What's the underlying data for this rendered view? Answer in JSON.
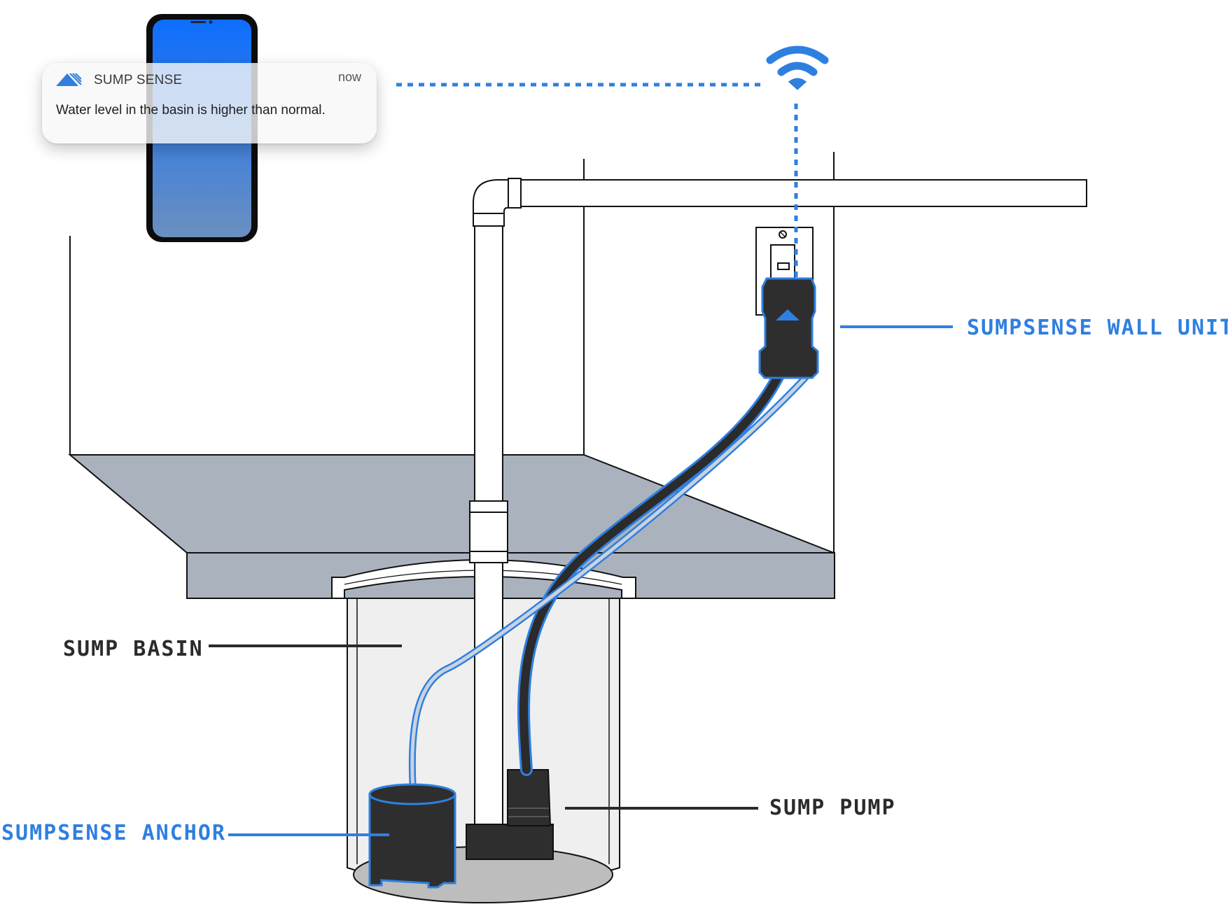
{
  "notification": {
    "app_name": "SUMP SENSE",
    "time": "now",
    "message": "Water level in the basin is higher than normal."
  },
  "labels": {
    "wall_unit": "SUMPSENSE WALL UNIT",
    "sump_basin": "SUMP BASIN",
    "sump_pump": "SUMP PUMP",
    "anchor": "SUMPSENSE ANCHOR"
  },
  "colors": {
    "accent_blue": "#2f7fe0",
    "dark": "#2b2b2b",
    "floor_gray": "#aab3bd",
    "basin_fill": "#efefef"
  },
  "icons": {
    "wifi": "wifi-icon",
    "logo": "sump-sense-logo-icon"
  }
}
